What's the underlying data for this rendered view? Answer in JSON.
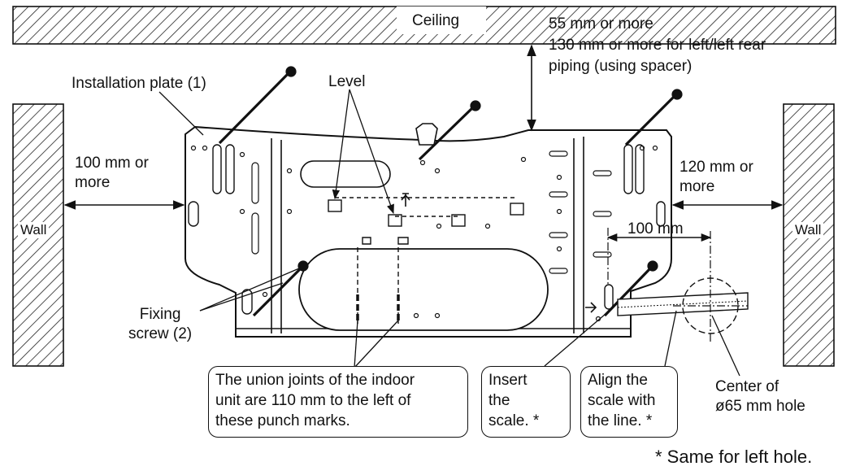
{
  "labels": {
    "ceiling": "Ceiling",
    "clearance_top_1": "55 mm or more",
    "clearance_top_2": "130 mm or more for left/left rear",
    "clearance_top_3": "piping (using spacer)",
    "installation_plate": "Installation plate (1)",
    "level": "Level",
    "left_clearance": "100 mm or\nmore",
    "right_clearance": "120 mm or\nmore",
    "wall_left": "Wall",
    "wall_right": "Wall",
    "scale_distance": "100 mm",
    "fixing_screw": "Fixing\nscrew (2)",
    "center_hole": "Center of\nø65 mm hole",
    "footnote": "* Same for left hole."
  },
  "callouts": {
    "union_joints": "The union joints of the indoor\nunit are 110 mm to the left of\nthese punch marks.",
    "insert_scale": "Insert\nthe\nscale. *",
    "align_scale": "Align the\nscale with\nthe line. *"
  }
}
